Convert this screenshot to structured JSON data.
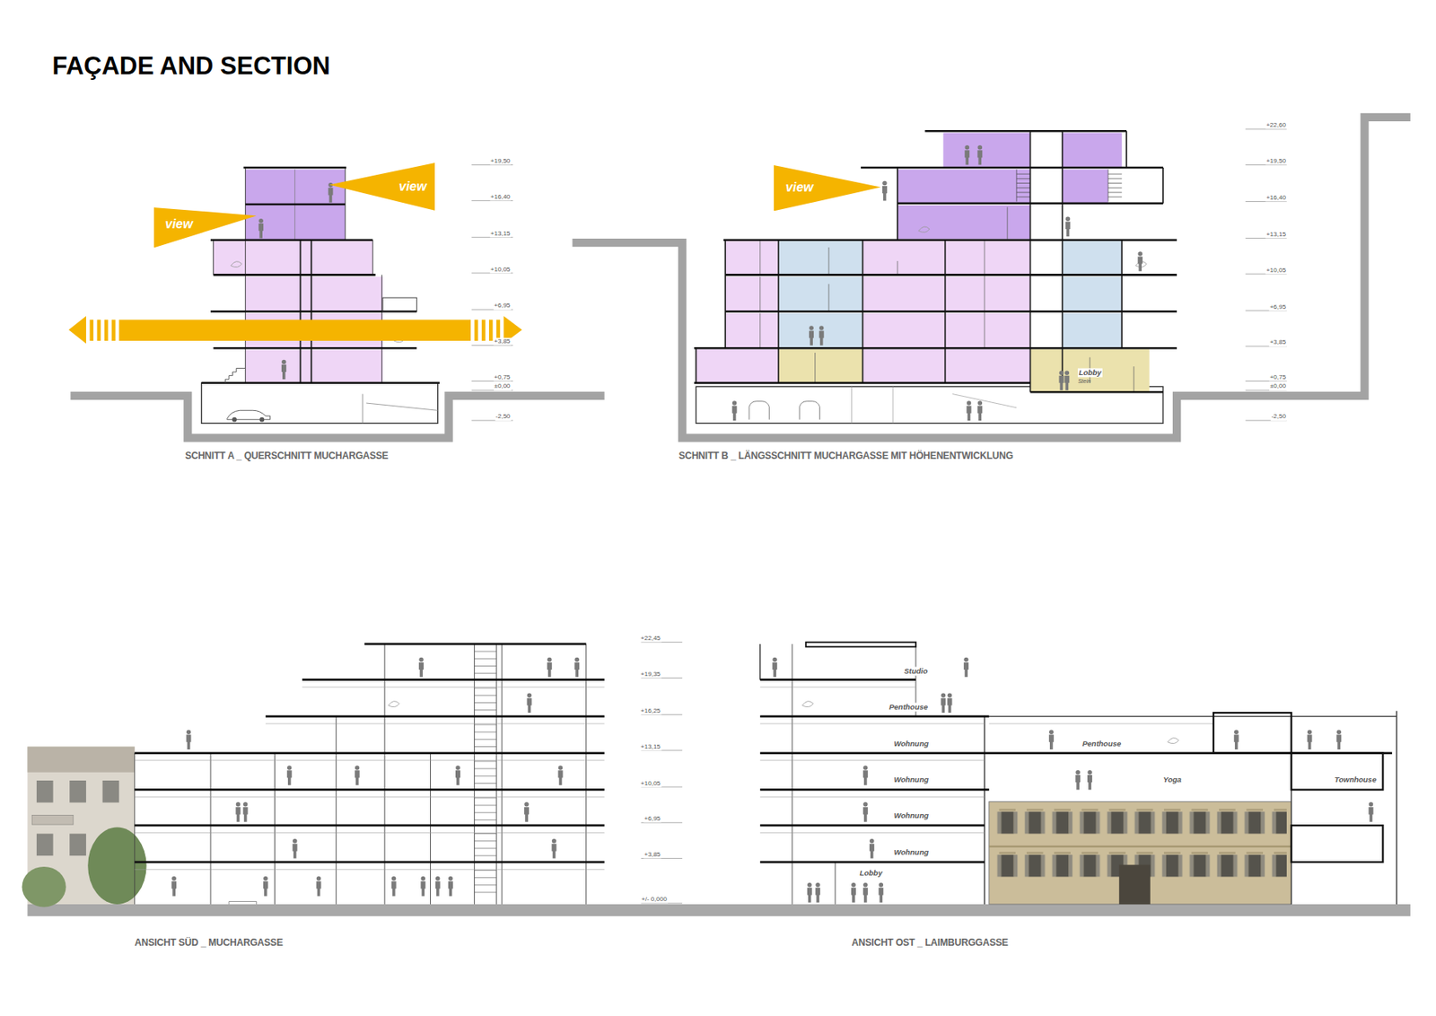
{
  "diagram": {
    "title": "FAÇADE AND SECTION",
    "nodes": [
      {
        "text": [
          "view"
        ]
      },
      {
        "text": [
          "view"
        ]
      },
      {
        "text": [
          "view"
        ]
      }
    ],
    "labels": [
      "+19,50",
      "+16,40",
      "+13,15",
      "+10,05",
      "+6,95",
      "+3,85",
      "+0,75",
      "±0,00",
      "-2,50",
      "SCHNITT A _ QUERSCHNITT MUCHARGASSE",
      "+22,60",
      "+19,50",
      "+16,40",
      "+13,15",
      "+10,05",
      "+6,95",
      "+3,85",
      "+0,75",
      "±0,00",
      "-2,50",
      "Lobby",
      "Stein",
      "SCHNITT B _ LÄNGSSCHNITT MUCHARGASSE MIT HÖHENENTWICKLUNG",
      "+22,45",
      "+19,35",
      "+16,25",
      "+13,15",
      "+10,05",
      "+6,95",
      "+3,85",
      "+/- 0,000",
      "ANSICHT SÜD _ MUCHARGASSE",
      "Studio",
      "Penthouse",
      "Wohnung",
      "Penthouse",
      "Wohnung",
      "Yoga",
      "Townhouse",
      "Wohnung",
      "Wohnung",
      "Lobby",
      "ANSICHT OST _ LAIMBURGGASSE"
    ]
  }
}
